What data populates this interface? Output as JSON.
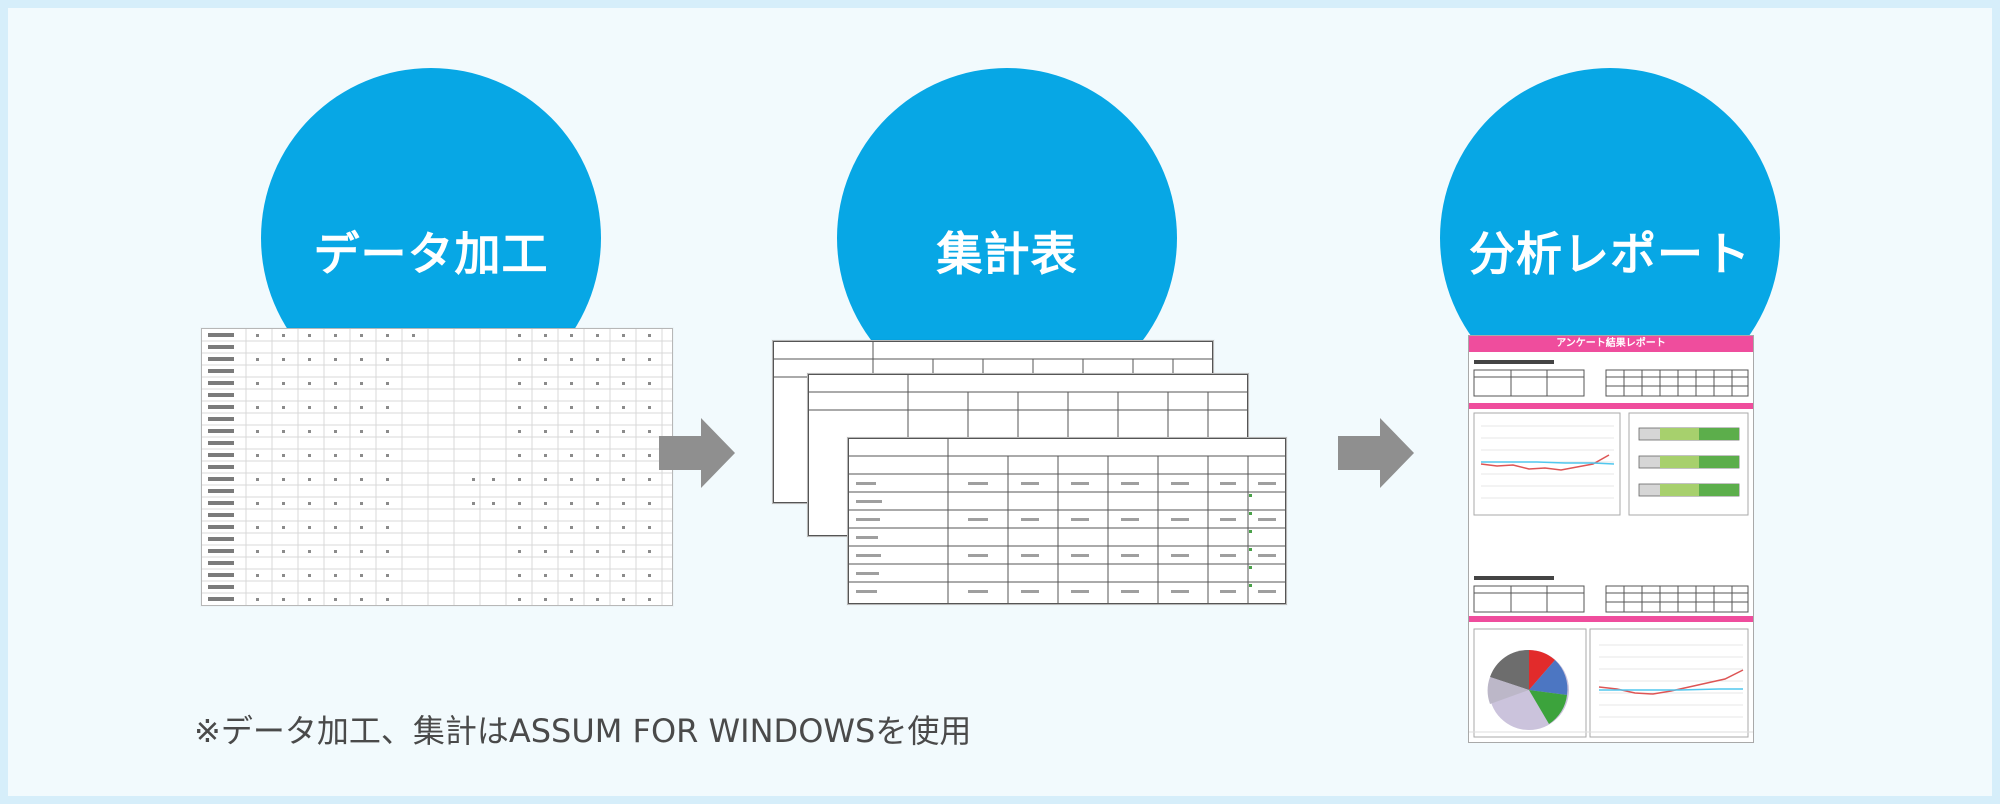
{
  "steps": [
    {
      "label": "データ加工"
    },
    {
      "label": "集計表"
    },
    {
      "label": "分析レポート"
    }
  ],
  "report": {
    "header": "アンケート結果レポート"
  },
  "note": "※データ加工、集計はASSUM FOR WINDOWSを使用",
  "colors": {
    "circle": "#07a7e5",
    "arrow": "#8f8f8f",
    "accent": "#ef4d9d",
    "background": "#f2fafd"
  }
}
